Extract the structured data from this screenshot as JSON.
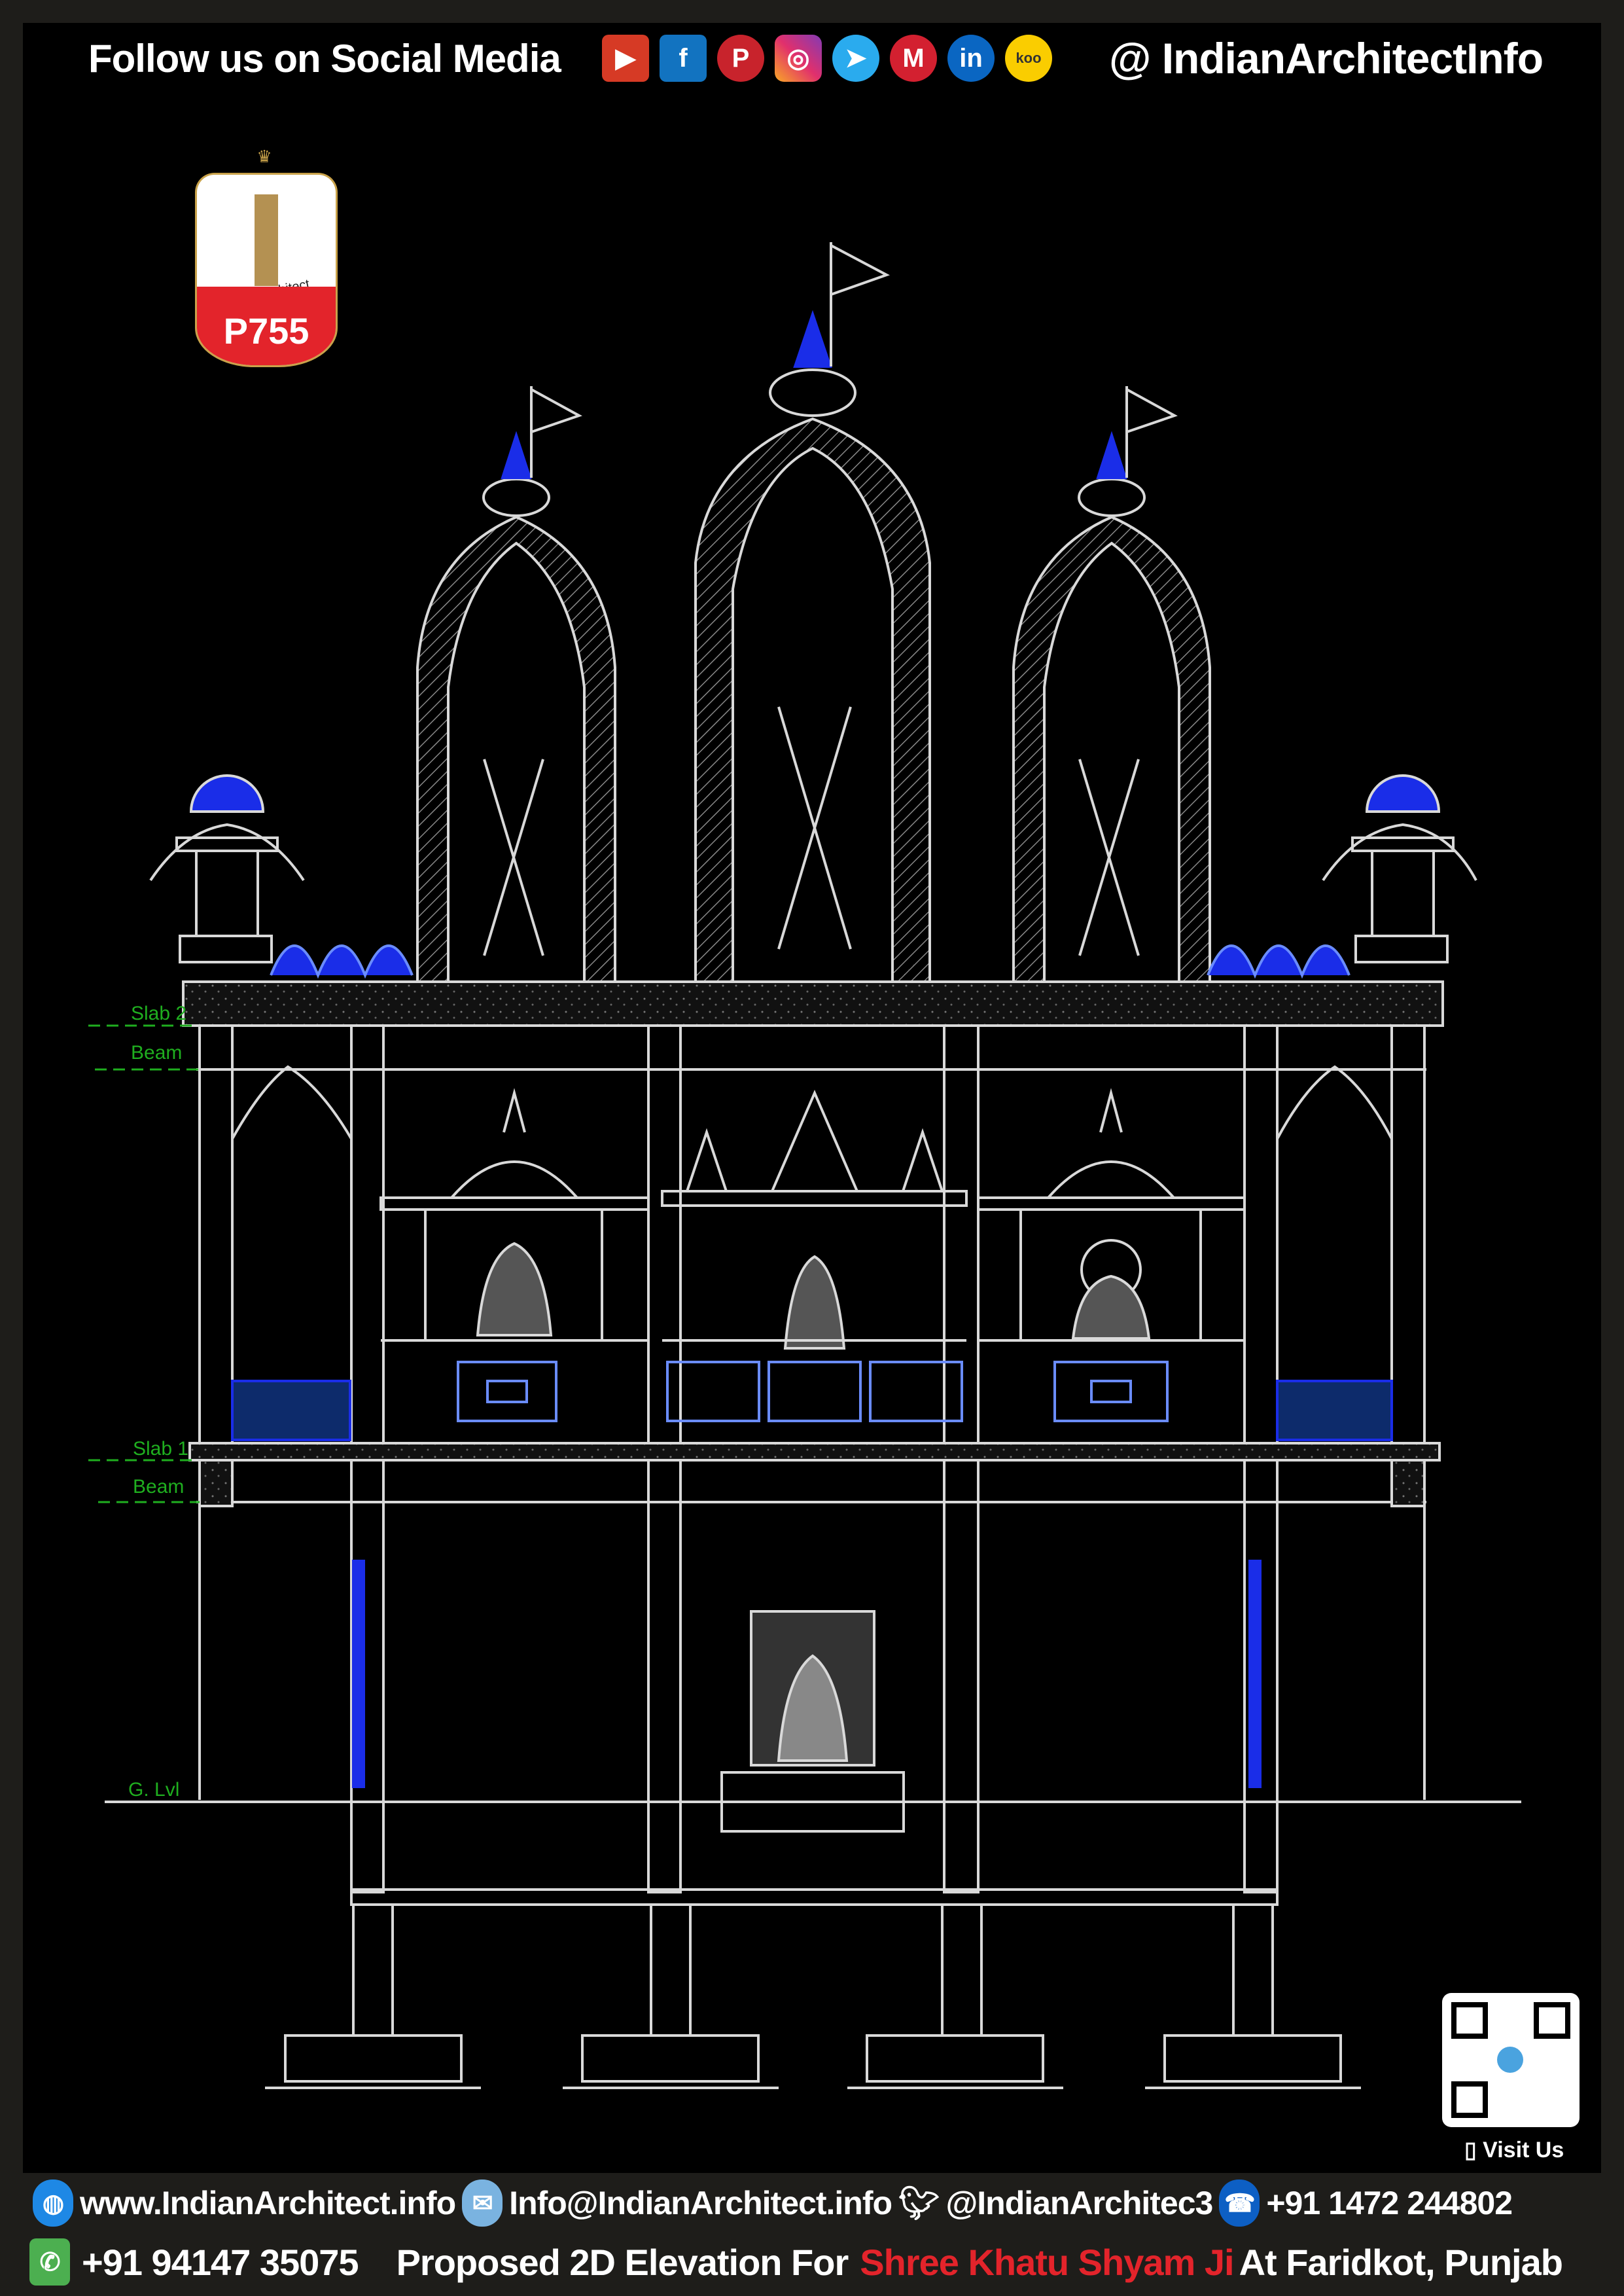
{
  "header": {
    "follow_text": "Follow us on Social Media",
    "handle": "@ IndianArchitectInfo",
    "social_icons": [
      "youtube-icon",
      "facebook-icon",
      "pinterest-icon",
      "instagram-icon",
      "telegram-icon",
      "moj-icon",
      "linkedin-icon",
      "koo-icon"
    ]
  },
  "logo": {
    "brand": "Indian Architect",
    "code": "P755"
  },
  "drawing": {
    "labels": {
      "slab2": "Slab 2",
      "beam_upper": "Beam",
      "slab1": "Slab 1",
      "beam_lower": "Beam",
      "ground": "G. Lvl"
    },
    "colors": {
      "line": "#d9d9d9",
      "accent_blue": "#1a2de8",
      "label_green": "#1fae1f"
    }
  },
  "qr": {
    "label": "Visit Us"
  },
  "footer": {
    "website": "www.IndianArchitect.info",
    "email": "Info@IndianArchitect.info",
    "twitter": "@IndianArchitec3",
    "phone": "+91 1472 244802",
    "whatsapp": "+91 94147 35075",
    "title_prefix": "Proposed 2D Elevation For",
    "title_highlight": "Shree Khatu Shyam Ji",
    "title_suffix": "At Faridkot, Punjab"
  }
}
